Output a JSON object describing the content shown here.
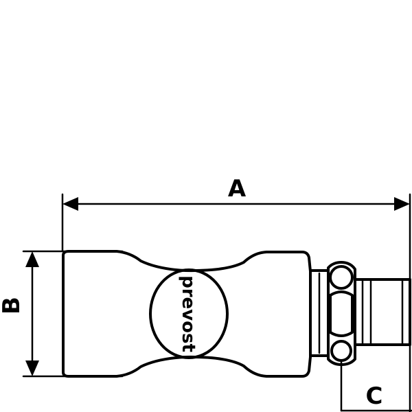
{
  "diagram": {
    "dimension_labels": {
      "a": "A",
      "b": "B",
      "c": "C"
    },
    "logo_text": "prevost"
  }
}
